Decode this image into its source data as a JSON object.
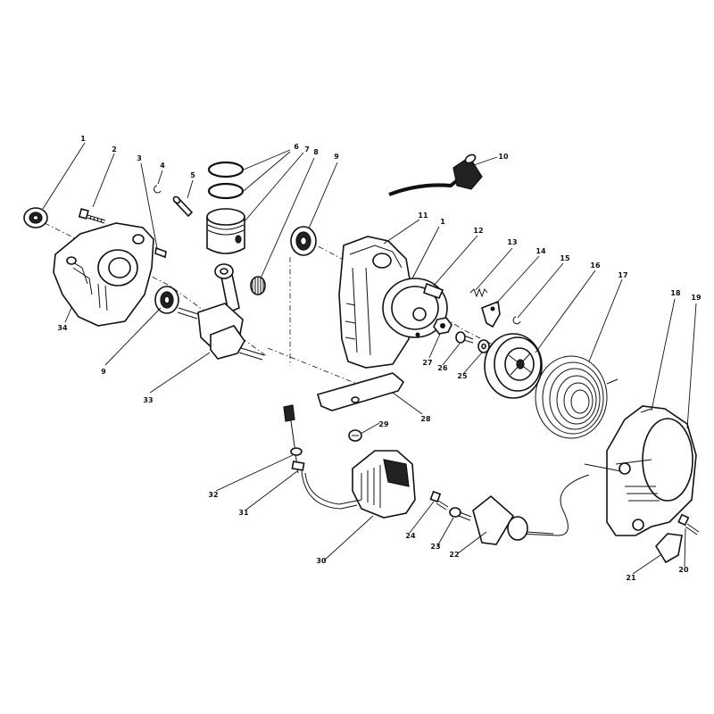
{
  "parts": [
    {
      "key": "p1a",
      "num": "1"
    },
    {
      "key": "p2",
      "num": "2"
    },
    {
      "key": "p3",
      "num": "3"
    },
    {
      "key": "p4",
      "num": "4"
    },
    {
      "key": "p5",
      "num": "5"
    },
    {
      "key": "p6",
      "num": "6"
    },
    {
      "key": "p7",
      "num": "7"
    },
    {
      "key": "p8",
      "num": "8"
    },
    {
      "key": "p9a",
      "num": "9"
    },
    {
      "key": "p10",
      "num": "10"
    },
    {
      "key": "p11",
      "num": "11"
    },
    {
      "key": "p1b",
      "num": "1"
    },
    {
      "key": "p12",
      "num": "12"
    },
    {
      "key": "p13",
      "num": "13"
    },
    {
      "key": "p14",
      "num": "14"
    },
    {
      "key": "p15",
      "num": "15"
    },
    {
      "key": "p16",
      "num": "16"
    },
    {
      "key": "p17",
      "num": "17"
    },
    {
      "key": "p18",
      "num": "18"
    },
    {
      "key": "p19",
      "num": "19"
    },
    {
      "key": "p34",
      "num": "34"
    },
    {
      "key": "p9b",
      "num": "9"
    },
    {
      "key": "p33",
      "num": "33"
    },
    {
      "key": "p27",
      "num": "27"
    },
    {
      "key": "p26",
      "num": "26"
    },
    {
      "key": "p25",
      "num": "25"
    },
    {
      "key": "p28",
      "num": "28"
    },
    {
      "key": "p29",
      "num": "29"
    },
    {
      "key": "p32",
      "num": "32"
    },
    {
      "key": "p31",
      "num": "31"
    },
    {
      "key": "p30",
      "num": "30"
    },
    {
      "key": "p24",
      "num": "24"
    },
    {
      "key": "p23",
      "num": "23"
    },
    {
      "key": "p22",
      "num": "22"
    },
    {
      "key": "p21",
      "num": "21"
    },
    {
      "key": "p20",
      "num": "20"
    }
  ]
}
